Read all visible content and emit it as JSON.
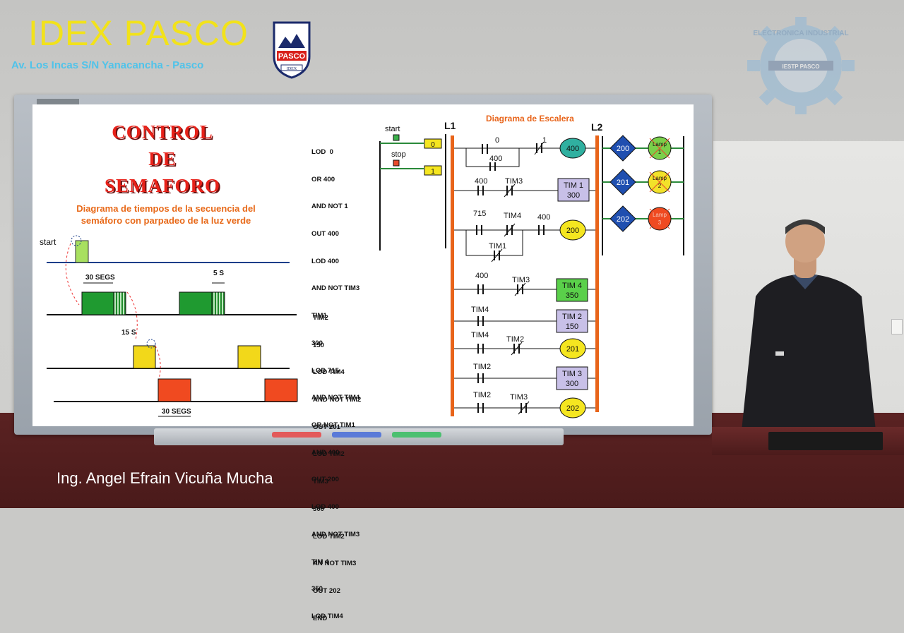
{
  "header": {
    "title": "IDEX PASCO",
    "address": "Av. Los Incas S/N Yanacancha - Pasco",
    "crest_text": "PASCO",
    "crest_small": "IDEX",
    "gear_text": "ELECTRONICA INDUSTRIAL",
    "gear_badge": "IESTP PASCO"
  },
  "left_panel": {
    "title_lines": [
      "CONTROL",
      "DE",
      "SEMAFORO"
    ],
    "subtitle_lines": [
      "Diagrama de tiempos de la secuencia del",
      "semáforo con parpadeo de la luz verde"
    ],
    "start_label": "start",
    "timing_labels": {
      "green": "30 SEGS",
      "blink": "5 S",
      "yellow": "15 S",
      "red": "30 SEGS"
    }
  },
  "program": {
    "col1": [
      "LOD  0",
      "OR 400",
      "AND NOT 1",
      "OUT 400",
      "LOD 400",
      "AND NOT TIM3",
      "TIM1",
      "300",
      "LOD 715",
      "AND NOT TIM4",
      "OR NOT TIM1",
      "AND 400",
      "OUT 200",
      "LOD 400",
      "AND NOT TIM3",
      "TIM 4",
      "350",
      "LOD TIM4"
    ],
    "col2": [
      "TIM2",
      "150",
      "LOD TIM4",
      "AND NOT TIM2",
      "OUT 201",
      "LOD TIM2",
      "TIM3",
      "300",
      "LOD TIM2",
      "AN NOT TIM3",
      "OUT 202",
      "END"
    ]
  },
  "ladder": {
    "heading": "Diagrama de Escalera",
    "rail_left": "L1",
    "rail_right": "L2",
    "input_start": "start",
    "input_stop": "stop",
    "input_addr_start": "0",
    "input_addr_stop": "1",
    "rungs": {
      "r1": {
        "c1": "0",
        "c1b": "400",
        "c2": "1",
        "coil": "400"
      },
      "r2": {
        "c1": "400",
        "c2": "TIM3",
        "coil_l1": "TIM 1",
        "coil_l2": "300"
      },
      "r3": {
        "c1": "715",
        "c2": "TIM4",
        "c3": "400",
        "c1b": "TIM1",
        "coil": "200"
      },
      "r4": {
        "c1": "400",
        "c2": "TIM3",
        "coil_l1": "TIM 4",
        "coil_l2": "350"
      },
      "r5": {
        "c1": "TIM4",
        "coil_l1": "TIM 2",
        "coil_l2": "150"
      },
      "r6": {
        "c1": "TIM4",
        "c2": "TIM2",
        "coil": "201"
      },
      "r7": {
        "c1": "TIM2",
        "coil_l1": "TIM 3",
        "coil_l2": "300"
      },
      "r8": {
        "c1": "TIM2",
        "c2": "TIM3",
        "coil": "202"
      }
    },
    "outputs": [
      {
        "addr": "200",
        "lamp_l1": "Lamp",
        "lamp_l2": "1",
        "color": "#7ad04a"
      },
      {
        "addr": "201",
        "lamp_l1": "Lamp",
        "lamp_l2": "2",
        "color": "#f2e22a"
      },
      {
        "addr": "202",
        "lamp_l1": "Lamp",
        "lamp_l2": "3",
        "color": "#f04a20"
      }
    ]
  },
  "footer": {
    "presenter": "Ing. Angel Efrain Vicuña Mucha"
  },
  "colors": {
    "title_yellow": "#f2e21a",
    "address_blue": "#4fc3ea",
    "rail_orange": "#e8641a",
    "coil_teal": "#30b0a0",
    "coil_yellow": "#f5e620",
    "box_lilac": "#c8c0e8",
    "box_green": "#5ad04a",
    "diamond_blue": "#1f4fb0"
  }
}
